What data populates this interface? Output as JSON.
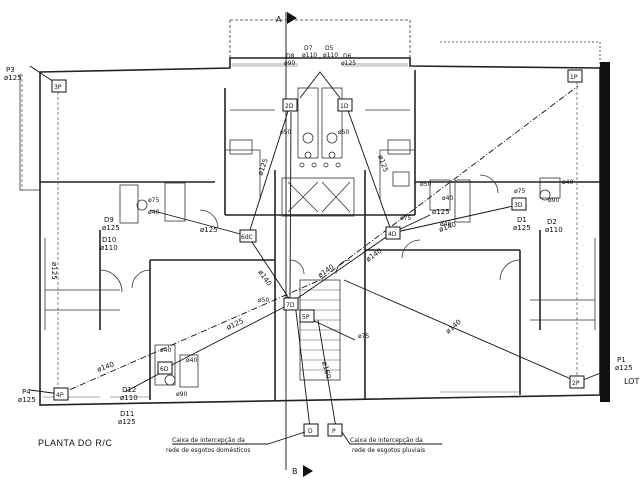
{
  "plan": {
    "title": "PLANTA DO R/C",
    "section_markers": {
      "top": "A",
      "bottom": "B"
    },
    "boxes": {
      "p3": "3P",
      "p1": "1P",
      "p4": "4P",
      "p2": "2P",
      "d2_top": "2D",
      "d1_top": "1D",
      "d6c": "6dC",
      "d4": "4D",
      "d3": "3D",
      "d7": "7D",
      "p5": "5P",
      "d6": "6D",
      "d_box": "D",
      "p_box": "P"
    },
    "corner_labels": {
      "p3": "P3",
      "p3_dia": "ø125",
      "p1": "P1",
      "p1_dia": "ø125",
      "p4": "P4",
      "p4_dia": "ø125",
      "lot": "LOT"
    },
    "top_labels": {
      "d7": "D7",
      "d7_dia": "ø110",
      "d5": "D5",
      "d5_dia": "ø110",
      "d8": "D8",
      "d8_dia": "ø90",
      "d6": "D6",
      "d6_dia": "ø125"
    },
    "side_labels": {
      "d9": "D9",
      "d9_dia": "ø125",
      "d10": "D10",
      "d10_dia": "ø110",
      "d1": "D1",
      "d1_dia": "ø125",
      "d2": "D2",
      "d2_dia": "ø110",
      "d12": "D12",
      "d12_dia": "ø110",
      "d11": "D11",
      "d11_dia": "ø125"
    },
    "pipe_labels": {
      "a": "ø125",
      "b": "ø125",
      "c": "ø125",
      "d": "ø140",
      "e": "ø140",
      "f": "ø140",
      "g": "ø140",
      "h": "ø125",
      "i": "ø140",
      "j": "ø140",
      "k": "ø125",
      "l": "ø160",
      "m": "ø125",
      "r1": "ø50",
      "r2": "ø50",
      "r3": "ø75",
      "r4": "ø40",
      "r5": "ø75",
      "r6": "ø40",
      "r7": "ø50",
      "r8": "ø40",
      "r9": "ø75",
      "r10": "ø40",
      "r11": "ø90",
      "r12": "ø90",
      "r13": "ø50",
      "r14": "ø75",
      "r15": "ø40",
      "r16": "ø40"
    },
    "captions": {
      "domestic_1": "Caixa de intercepção da",
      "domestic_2": "rede de esgotos domésticos",
      "pluvial_1": "Caixa de intercepção da",
      "pluvial_2": "rede de esgotos pluviais"
    }
  }
}
